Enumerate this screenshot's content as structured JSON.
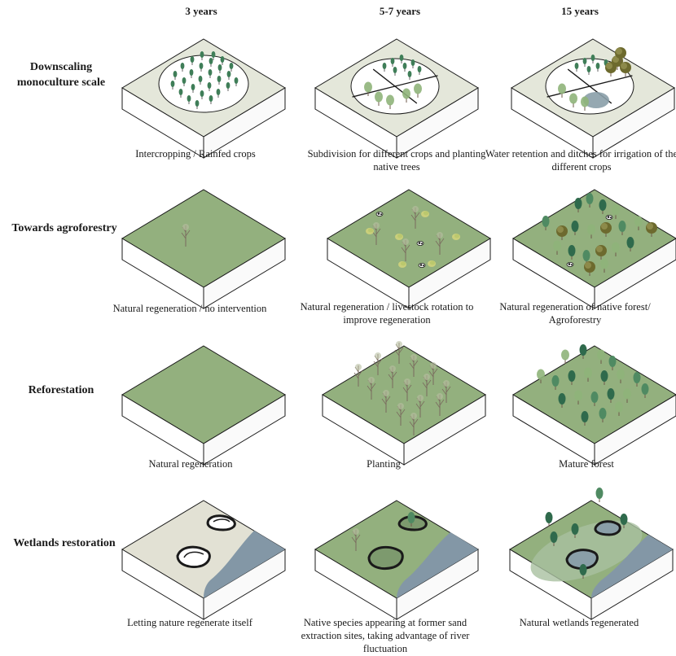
{
  "columns": [
    "3 years",
    "5-7 years",
    "15 years"
  ],
  "rows": [
    {
      "label": "Downscaling monoculture scale",
      "captions": [
        "Intercropping / Rainfed crops",
        "Subdivision for different  crops and planting native trees",
        "Water retention and ditches for irrigation of the different crops"
      ]
    },
    {
      "label": "Towards agroforestry",
      "captions": [
        "Natural regeneration / no intervention",
        "Natural regeneration / livestock rotation to improve regeneration",
        "Natural regeneration  of native forest/ Agroforestry"
      ]
    },
    {
      "label": "Reforestation",
      "captions": [
        "Natural regeneration",
        "Planting",
        "Mature forest"
      ]
    },
    {
      "label": "Wetlands restoration",
      "captions": [
        "Letting nature regenerate itself",
        "Native species appearing at former sand extraction sites, taking advantage of  river fluctuation",
        "Natural wetlands regenerated"
      ]
    }
  ],
  "colors": {
    "grass": "#93b07e",
    "pale_ground": "#e4e7da",
    "wetland_ground": "#e2e1d4",
    "river": "#8397a6",
    "pond": "#8a9fa8",
    "tree_dark": "#2f6a4c",
    "tree_mid": "#4f8a62",
    "tree_light": "#8fb47a",
    "tree_brown": "#6d6a2e",
    "trunk": "#6e5a4a",
    "edge": "#1a1a1a"
  }
}
